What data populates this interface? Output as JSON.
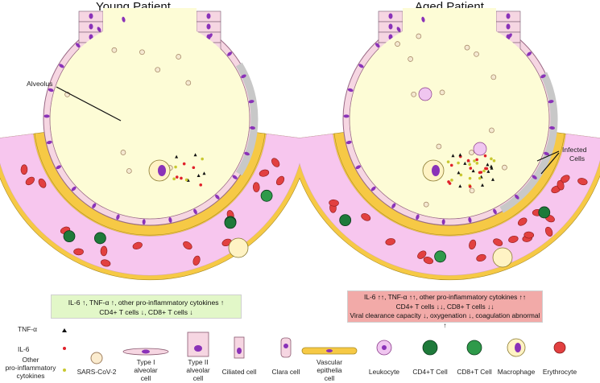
{
  "panels": {
    "young": {
      "title": "Young Patient",
      "alveolus_label": "Alveolus",
      "summary_lines": [
        "IL-6 ↑,  TNF-α ↑,  other pro-inflammatory cytokines ↑",
        "CD4+ T cells ↓,  CD8+ T cells ↓"
      ],
      "summary_color": "#e2f7c8"
    },
    "aged": {
      "title": "Aged Patient",
      "infected_label_1": "Infected",
      "infected_label_2": "Cells",
      "summary_lines": [
        "IL-6 ↑↑,  TNF-α ↑↑, other pro-inflammatory cytokines ↑↑",
        "CD4+ T cells ↓↓, CD8+ T cells ↓↓",
        "Viral clearance capacity ↓, oxygenation ↓, coagulation abnormal ↑"
      ],
      "summary_color": "#f2aaa8"
    }
  },
  "legend": {
    "left": [
      {
        "label": "TNF-α",
        "mark": "triangle",
        "color": "#111111"
      },
      {
        "label": "IL-6",
        "mark": "dot",
        "color": "#e0202a"
      },
      {
        "label": "Other\npro-inflammatory\ncytokines",
        "mark": "dot",
        "color": "#c8c830"
      }
    ],
    "items": [
      {
        "label": "SARS-CoV-2",
        "icon": "virus-icon"
      },
      {
        "label": "Type I\nalveolar\ncell",
        "icon": "type1-cell-icon"
      },
      {
        "label": "Type II\nalveolar\ncell",
        "icon": "type2-cell-icon"
      },
      {
        "label": "Ciliated cell",
        "icon": "ciliated-cell-icon"
      },
      {
        "label": "Clara cell",
        "icon": "clara-cell-icon"
      },
      {
        "label": "Vascular\nepithelia\ncell",
        "icon": "vascular-cell-icon"
      },
      {
        "label": "Leukocyte",
        "icon": "leukocyte-icon"
      },
      {
        "label": "CD4+T Cell",
        "icon": "cd4-cell-icon"
      },
      {
        "label": "CD8+T Cell",
        "icon": "cd8-cell-icon"
      },
      {
        "label": "Macrophage",
        "icon": "macrophage-icon"
      },
      {
        "label": "Erythrocyte",
        "icon": "erythrocyte-icon"
      }
    ]
  },
  "colors": {
    "alveolus_fill": "#fdfcd6",
    "tissue_pink": "#f7c6ee",
    "vessel_yellow": "#f6c945",
    "cell_pink": "#f6d6e2",
    "nucleus_purple": "#8a32b8",
    "infected_gray": "#c8c8c8",
    "erythrocyte_red": "#e24040",
    "cd4_green": "#1e7a3a",
    "cd8_green": "#2e9a4a"
  }
}
